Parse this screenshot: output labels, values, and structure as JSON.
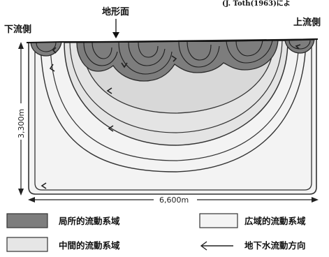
{
  "title_top": "地形面",
  "left_label": "下流側",
  "right_label": "上流側",
  "source_text": "(J. Toth(1963)によ",
  "depth_label": "3,300m",
  "width_label": "6,600m",
  "legend": {
    "local": "局所的流動系域",
    "regional": "広域的流動系域",
    "intermediate": "中間的流動系域",
    "direction": "地下水流動方向"
  },
  "colors": {
    "local": "#7d7d7d",
    "intermediate": "#e6e6e6",
    "regional": "#f4f4f4",
    "outline": "#333333"
  }
}
